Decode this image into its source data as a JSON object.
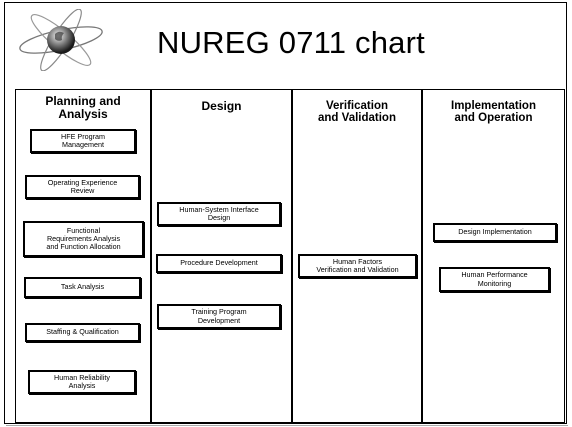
{
  "slide": {
    "title": "NUREG 0711 chart"
  },
  "chart": {
    "columns": [
      {
        "id": "planning",
        "heading_line1": "Planning and",
        "heading_line2": "Analysis",
        "boxes": [
          "HFE Program\nManagement",
          "Operating Experience\nReview",
          "Functional\nRequirements Analysis\nand Function Allocation",
          "Task Analysis",
          "Staffing & Qualification",
          "Human Reliability\nAnalysis"
        ]
      },
      {
        "id": "design",
        "heading_line1": "Design",
        "heading_line2": "",
        "boxes": [
          "Human-System Interface\nDesign",
          "Procedure Development",
          "Training Program\nDevelopment"
        ]
      },
      {
        "id": "verification",
        "heading_line1": "Verification",
        "heading_line2": "and Validation",
        "boxes": [
          "Human Factors\nVerification and Validation"
        ]
      },
      {
        "id": "implementation",
        "heading_line1": "Implementation",
        "heading_line2": "and Operation",
        "boxes": [
          "Design Implementation",
          "Human Performance\nMonitoring"
        ]
      }
    ]
  }
}
